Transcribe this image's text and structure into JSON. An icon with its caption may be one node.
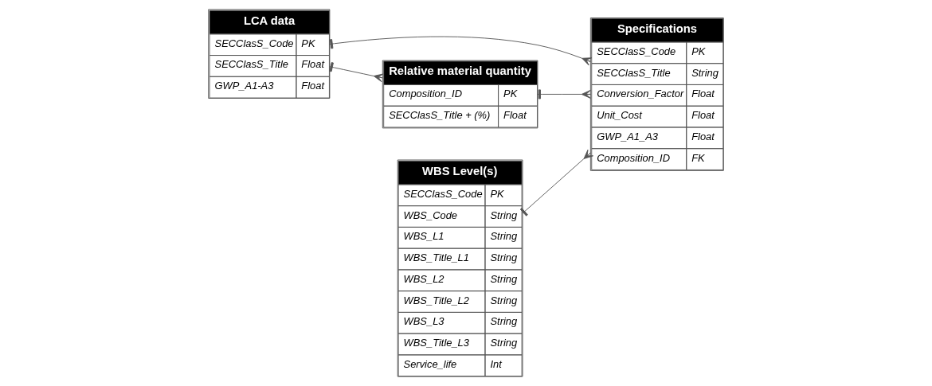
{
  "diagram": {
    "nodes": [
      {
        "text": [
          "LCA data",
          "SECClasS_Code",
          "PK",
          "SECClasS_Title",
          "Float",
          "GWP_A1-A3",
          "Float"
        ]
      },
      {
        "text": [
          "Specifications",
          "SECClasS_Code",
          "PK",
          "SECClasS_Title",
          "String",
          "Conversion_Factor",
          "Float",
          "Unit_Cost",
          "Float",
          "GWP_A1_A3",
          "Float",
          "Composition_ID",
          "FK"
        ]
      },
      {
        "text": [
          "WBS Level(s)",
          "SECClasS_Code",
          "PK",
          "WBS_Code",
          "String",
          "WBS_L1",
          "String",
          "WBS_Title_L1",
          "String",
          "WBS_L2",
          "String",
          "WBS_Title_L2",
          "String",
          "WBS_L3",
          "String",
          "WBS_Title_L3",
          "String",
          "Service_life",
          "Int"
        ]
      },
      {
        "text": [
          "Relative material quantity",
          "Composition_ID",
          "PK",
          "SECClasS_Title + (%)",
          "Float"
        ]
      }
    ],
    "edges": [
      {
        "from": 0,
        "to": 1,
        "arrow": "other"
      },
      {
        "from": 0,
        "to": 3,
        "arrow": "other"
      },
      {
        "from": 2,
        "to": 1,
        "arrow": "other"
      },
      {
        "from": 3,
        "to": 1,
        "arrow": "other"
      }
    ]
  }
}
